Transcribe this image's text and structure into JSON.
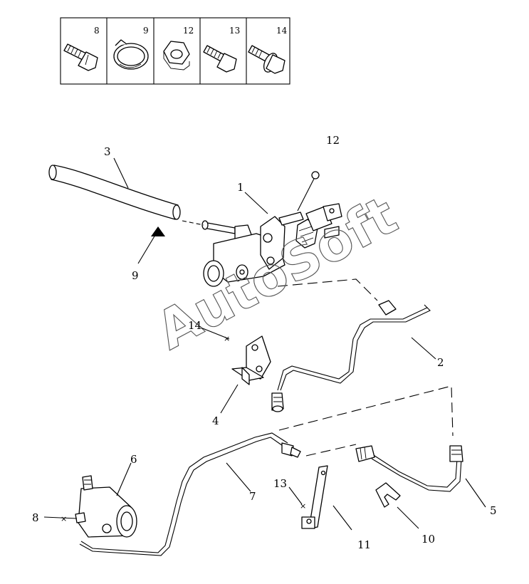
{
  "legend_boxes": [
    "8",
    "9",
    "12",
    "13",
    "14"
  ],
  "callouts": {
    "c1": "1",
    "c2": "2",
    "c3": "3",
    "c4": "4",
    "c5": "5",
    "c6": "6",
    "c7": "7",
    "c8": "8",
    "c9": "9",
    "c10": "10",
    "c11": "11",
    "c12": "12",
    "c13": "13",
    "c14": "14"
  },
  "watermark": "AutoSoft"
}
